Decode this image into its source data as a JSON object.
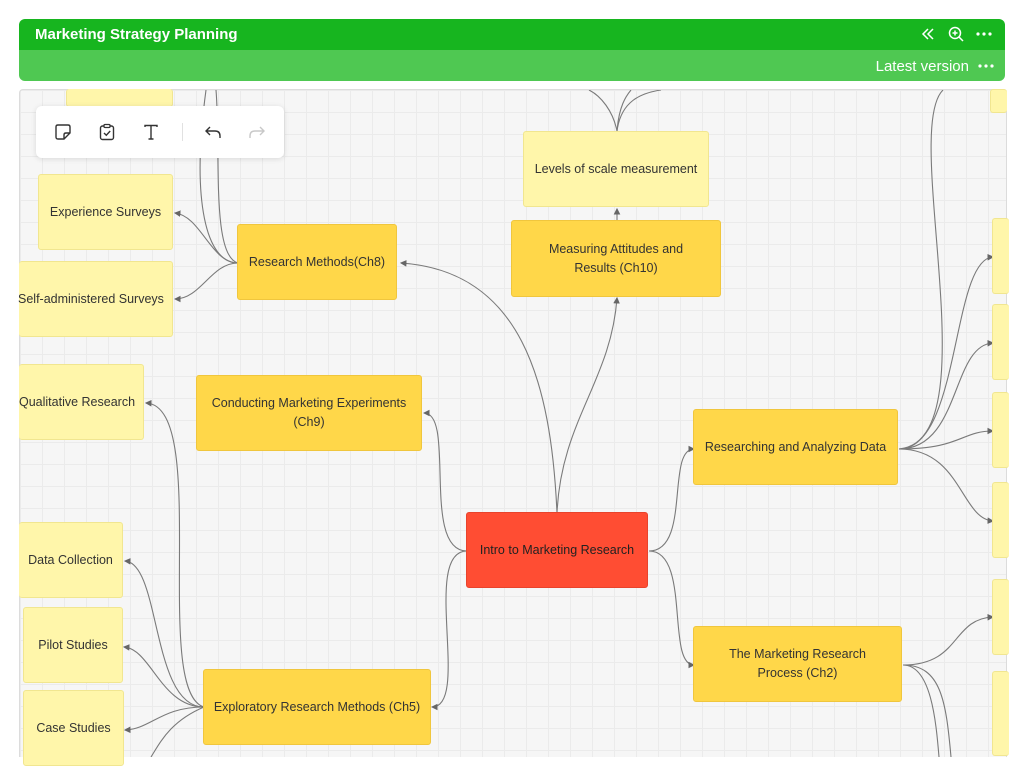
{
  "window": {
    "title": "Marketing Strategy Planning",
    "version_label": "Latest version"
  },
  "colors": {
    "title_bar": "#17b51f",
    "sub_bar": "#4fc852",
    "root_node": "#ff4d33",
    "main_topic": "#ffd749",
    "sub_topic": "#fff6aa"
  },
  "icons": {
    "title_bar": [
      "collapse-icon",
      "zoom-in-icon",
      "more-icon"
    ],
    "sub_bar": [
      "more-icon"
    ],
    "toolbar": [
      "sticky-note-icon",
      "clipboard-check-icon",
      "text-icon",
      "undo-icon",
      "redo-icon"
    ]
  },
  "mindmap": {
    "root": "Intro to Marketing Research",
    "topics": {
      "research_methods": "Research Methods(Ch8)",
      "measuring_attitudes": "Measuring Attitudes and Results (Ch10)",
      "marketing_experiments": "Conducting Marketing Experiments (Ch9)",
      "researching_data": "Researching and Analyzing Data",
      "research_process": "The Marketing Research Process (Ch2)",
      "exploratory_methods": "Exploratory Research Methods (Ch5)"
    },
    "subtopics": {
      "experience_surveys": "Experience Surveys",
      "self_administered": "Self-administered Surveys",
      "levels_of_scale": "Levels of scale measurement",
      "qualitative_research": "Qualitative Research",
      "data_collection": "Data Collection",
      "pilot_studies": "Pilot Studies",
      "case_studies": "Case Studies"
    }
  }
}
